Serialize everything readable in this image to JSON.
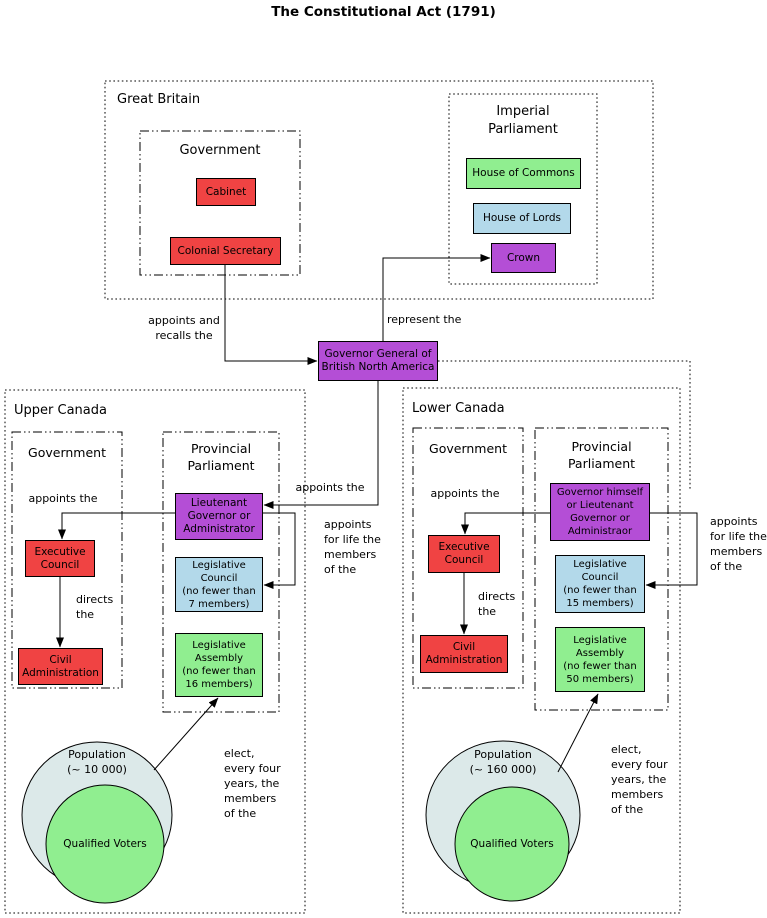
{
  "title": "The Constitutional Act (1791)",
  "colors": {
    "red": "#f04343",
    "green": "#90ee90",
    "blue": "#b3d9ea",
    "purple": "#b44ed6",
    "population_fill": "#dce9e9",
    "line": "#000000"
  },
  "great_britain": {
    "label": "Great Britain",
    "government": {
      "label": "Government",
      "cabinet": "Cabinet",
      "colonial_secretary": "Colonial Secretary"
    },
    "imperial_parliament": {
      "label": "Imperial\nParliament",
      "house_of_commons": "House of Commons",
      "house_of_lords": "House of Lords",
      "crown": "Crown"
    }
  },
  "governor_general": "Governor General of\nBritish North America",
  "links": {
    "appoints_and_recalls": "appoints and\nrecalls the",
    "represent_the": "represent the",
    "gg_appoints_the": "appoints the"
  },
  "upper_canada": {
    "label": "Upper Canada",
    "government": {
      "label": "Government",
      "appoints_the": "appoints the",
      "executive_council": "Executive\nCouncil",
      "directs_the": "directs\nthe",
      "civil_administration": "Civil\nAdministration"
    },
    "parliament": {
      "label": "Provincial\nParliament",
      "governor": "Lieutenant\nGovernor or\nAdministrator",
      "legislative_council": "Legislative\nCouncil\n(no fewer than\n7 members)",
      "legislative_assembly": "Legislative\nAssembly\n(no fewer than\n16 members)"
    },
    "appoints_for_life": "appoints\nfor life the\nmembers\nof the",
    "elects": "elect,\nevery four\nyears, the\nmembers\nof the",
    "population": "Population\n(~ 10 000)",
    "qualified_voters": "Qualified Voters"
  },
  "lower_canada": {
    "label": "Lower Canada",
    "government": {
      "label": "Government",
      "appoints_the": "appoints the",
      "executive_council": "Executive\nCouncil",
      "directs_the": "directs\nthe",
      "civil_administration": "Civil\nAdministration"
    },
    "parliament": {
      "label": "Provincial\nParliament",
      "governor": "Governor himself\nor Lieutenant\nGovernor or\nAdministraor",
      "legislative_council": "Legislative\nCouncil\n(no fewer than\n15 members)",
      "legislative_assembly": "Legislative\nAssembly\n(no fewer than\n50 members)"
    },
    "appoints_for_life": "appoints\nfor life the\nmembers\nof the",
    "elects": "elect,\nevery four\nyears, the\nmembers\nof the",
    "population": "Population\n(~ 160 000)",
    "qualified_voters": "Qualified Voters"
  }
}
